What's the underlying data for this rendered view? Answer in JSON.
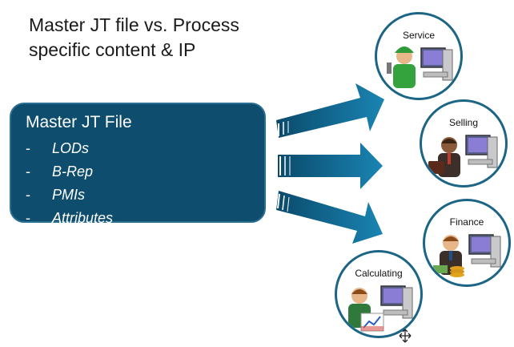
{
  "title": {
    "line1": "Master JT file vs. Process",
    "line2": "specific content & IP"
  },
  "master": {
    "title": "Master JT File",
    "items": [
      {
        "dash": "-",
        "label": "LODs"
      },
      {
        "dash": "-",
        "label": "B-Rep"
      },
      {
        "dash": "-",
        "label": "PMIs"
      },
      {
        "dash": "-",
        "label": "Attributes"
      }
    ]
  },
  "processes": [
    {
      "label": "Service",
      "icon": "service-person-icon"
    },
    {
      "label": "Selling",
      "icon": "salesperson-icon"
    },
    {
      "label": "Finance",
      "icon": "finance-person-icon"
    },
    {
      "label": "Calculating",
      "icon": "calculating-person-icon"
    }
  ],
  "colors": {
    "box_fill": "#0e4d6e",
    "arrow": "#0f5f86",
    "circle_border": "#1c6585"
  }
}
